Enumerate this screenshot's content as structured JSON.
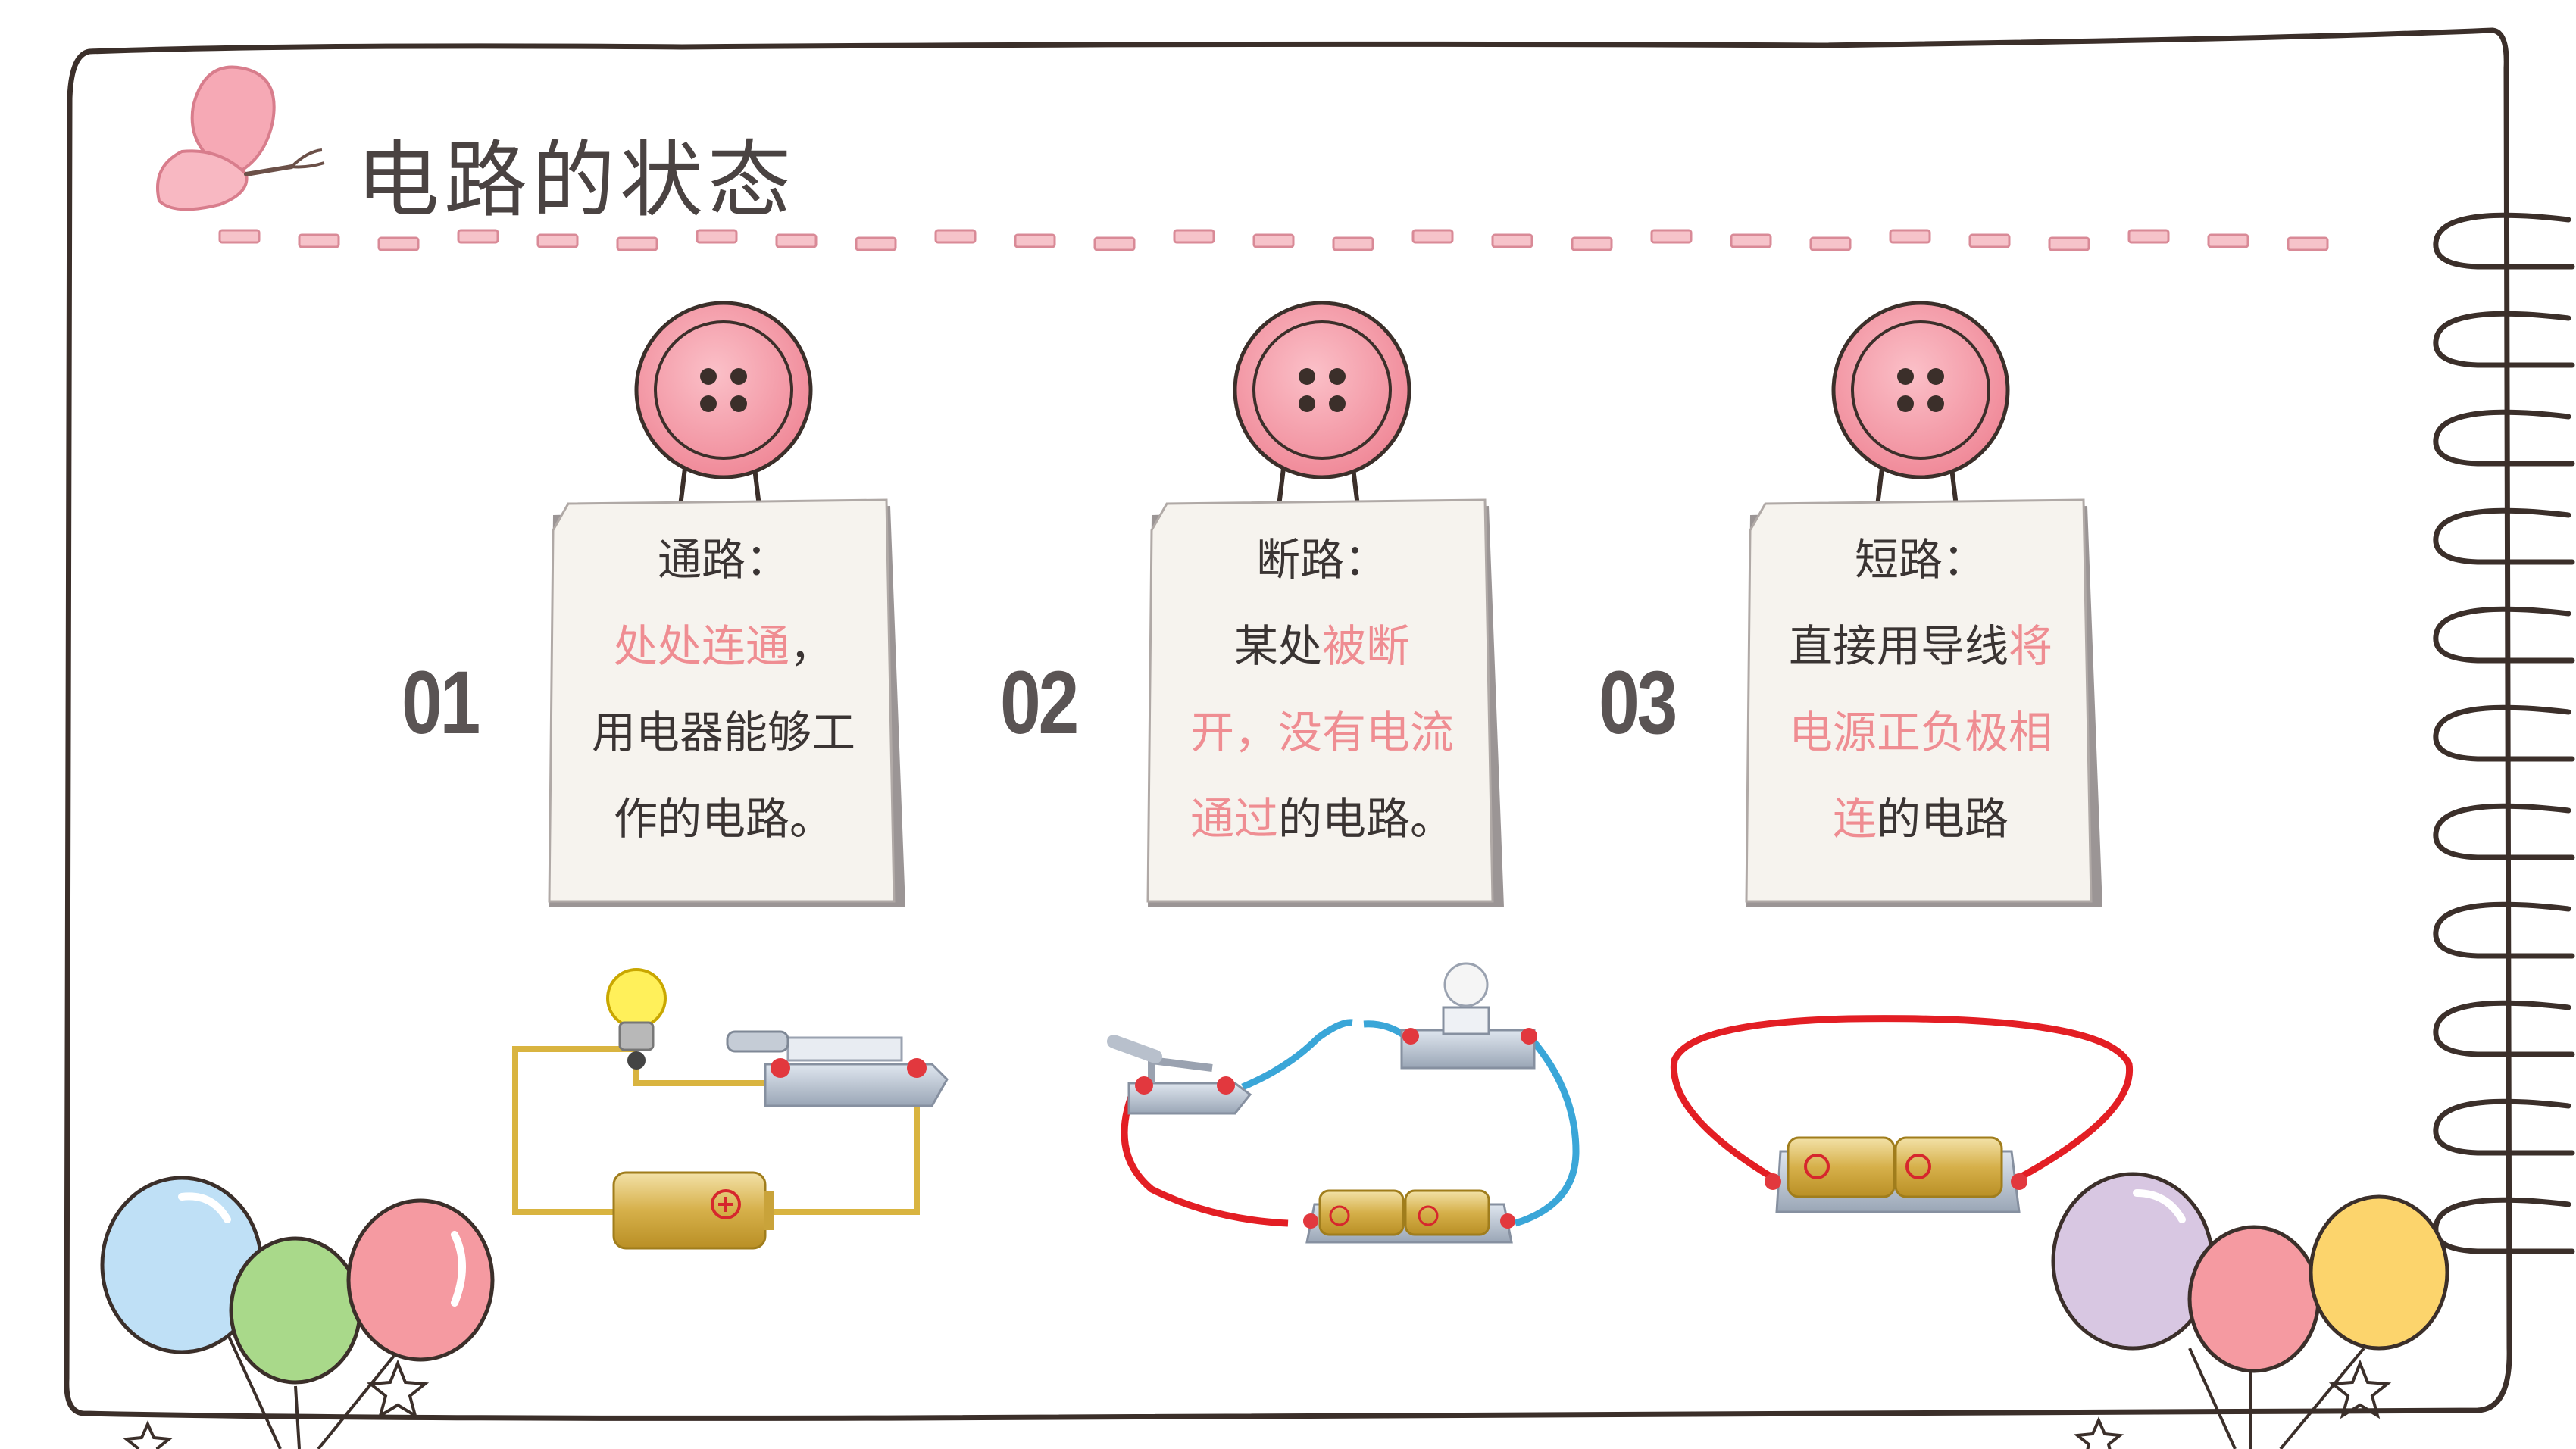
{
  "title": "电路的状态",
  "cards": [
    {
      "number": "01",
      "heading": "通路：",
      "lines": [
        [
          {
            "t": "处处连通",
            "hl": true
          },
          {
            "t": "，",
            "hl": false
          }
        ],
        [
          {
            "t": "用电器能够工",
            "hl": false
          }
        ],
        [
          {
            "t": "作的电路。",
            "hl": false
          }
        ]
      ]
    },
    {
      "number": "02",
      "heading": "断路：",
      "lines": [
        [
          {
            "t": "某处",
            "hl": false
          },
          {
            "t": "被断",
            "hl": true
          }
        ],
        [
          {
            "t": "开，没有电流",
            "hl": true
          }
        ],
        [
          {
            "t": "通过",
            "hl": true
          },
          {
            "t": "的电路。",
            "hl": false
          }
        ]
      ]
    },
    {
      "number": "03",
      "heading": "短路：",
      "lines": [
        [
          {
            "t": "直接用导线",
            "hl": false
          },
          {
            "t": "将",
            "hl": true
          }
        ],
        [
          {
            "t": "电源正负极相",
            "hl": true
          }
        ],
        [
          {
            "t": "连",
            "hl": true
          },
          {
            "t": "的电路",
            "hl": false
          }
        ]
      ]
    }
  ],
  "colors": {
    "highlight": "#ef8d92",
    "text": "#3a3433",
    "number": "#5a5454",
    "border": "#3b2f2a",
    "dash": "#f1a9b3",
    "button": "#f6a3ae",
    "wire_red": "#e31e24",
    "wire_blue": "#3aa6d8",
    "wire_yellow": "#d9b440"
  },
  "icons": [
    "butterfly-icon",
    "button-icon",
    "balloon-icon",
    "star-icon",
    "lightbulb-icon",
    "battery-icon",
    "switch-icon"
  ]
}
